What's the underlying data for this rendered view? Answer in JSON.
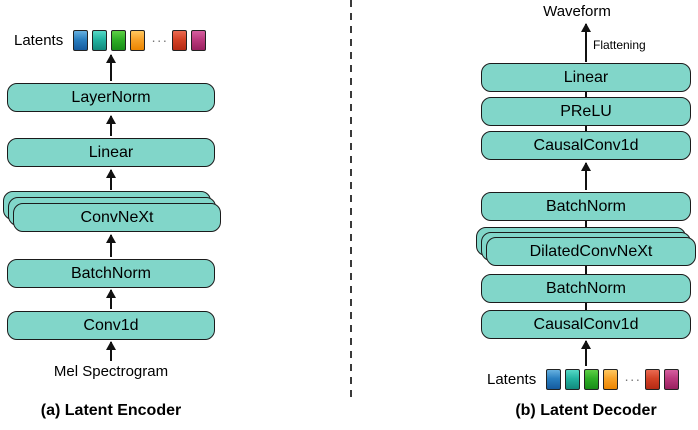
{
  "encoder": {
    "caption": "(a) Latent Encoder",
    "input_label": "Mel Spectrogram",
    "latents_label": "Latents",
    "dots": "···",
    "layers": [
      "LayerNorm",
      "Linear",
      "ConvNeXt",
      "BatchNorm",
      "Conv1d"
    ]
  },
  "decoder": {
    "caption": "(b) Latent Decoder",
    "output_label": "Waveform",
    "flatten_label": "Flattening",
    "latents_label": "Latents",
    "dots": "···",
    "layers": [
      "Linear",
      "PReLU",
      "CausalConv1d",
      "BatchNorm",
      "DilatedConvNeXt",
      "BatchNorm",
      "CausalConv1d"
    ]
  },
  "latent_squares": [
    {
      "name": "blue",
      "gradient": "linear-gradient(180deg,#66b1e0 0%,#2a7fc0 45%,#155a9e 100%)"
    },
    {
      "name": "teal",
      "gradient": "linear-gradient(180deg,#56d8c6 0%,#23b3a1 45%,#12897c 100%)"
    },
    {
      "name": "green",
      "gradient": "linear-gradient(180deg,#5ecf45 0%,#2fae26 45%,#188c18 100%)"
    },
    {
      "name": "orange",
      "gradient": "linear-gradient(180deg,#ffc860 0%,#f7a229 45%,#ec8500 100%)"
    },
    {
      "name": "red",
      "gradient": "linear-gradient(180deg,#ea6a52 0%,#d34226 45%,#b52a14 100%)"
    },
    {
      "name": "magenta",
      "gradient": "linear-gradient(180deg,#d55f9f 0%,#bb3a7e 45%,#99205f 100%)"
    }
  ],
  "colors": {
    "block_fill": "#81d6c9",
    "block_border": "#1b1b1b",
    "arrow": "#111111",
    "divider": "#3a3a3a"
  }
}
